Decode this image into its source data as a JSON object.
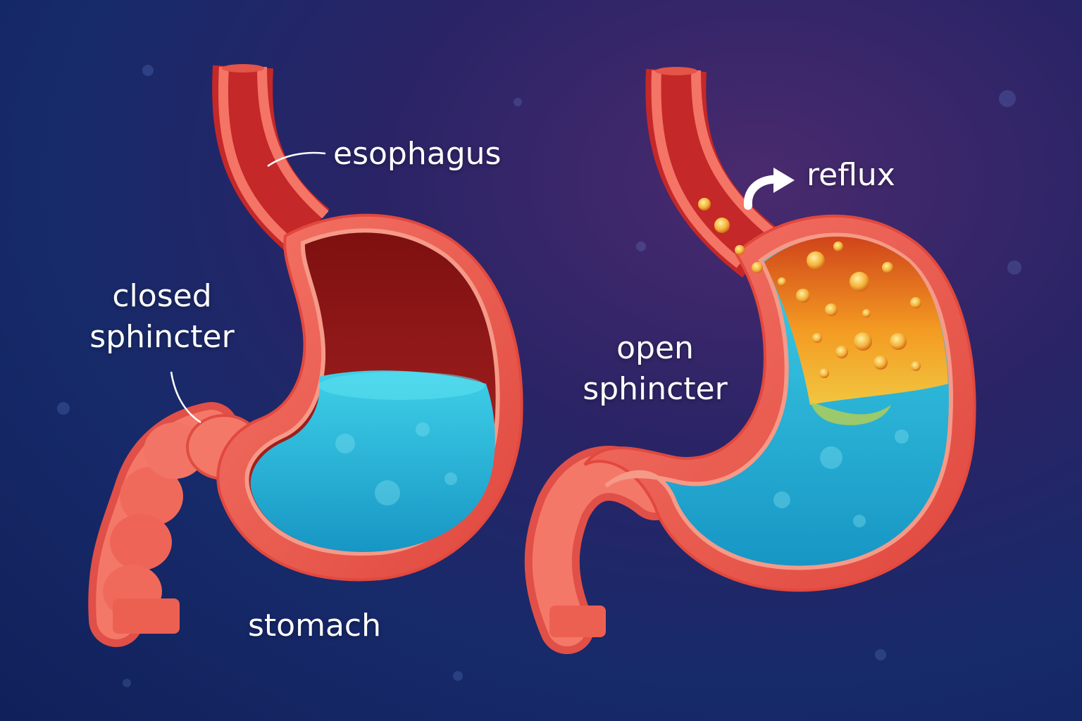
{
  "labels": {
    "esophagus": "esophagus",
    "closed_sphincter_line1": "closed",
    "closed_sphincter_line2": "sphincter",
    "stomach": "stomach",
    "reflux": "reflux",
    "open_sphincter_line1": "open",
    "open_sphincter_line2": "sphincter"
  },
  "colors": {
    "tissue": "#f0645a",
    "tissue_dark": "#c42a2a",
    "inner_wall": "#9a1818",
    "gastric_fluid": "#25b4d6",
    "acid": "#f08a1c",
    "arrow": "#ffffff"
  }
}
